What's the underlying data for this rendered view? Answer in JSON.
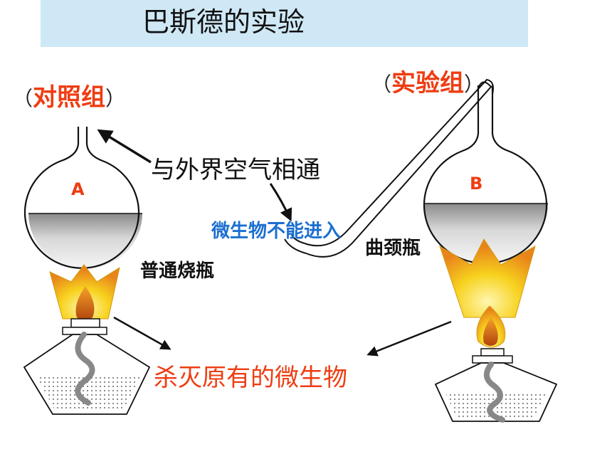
{
  "title": "巴斯德的实验",
  "control_group": {
    "open": "（",
    "label": "对照组",
    "close": "）"
  },
  "experiment_group": {
    "open": "（",
    "label": "实验组",
    "close": "）"
  },
  "flask_a_label": "A",
  "flask_b_label": "B",
  "annotations": {
    "air_connected": "与外界空气相通",
    "microbes_blocked": "微生物不能进入",
    "swan_neck_flask": "曲颈瓶",
    "normal_flask": "普通烧瓶",
    "kill_microbes": "杀灭原有的微生物"
  },
  "colors": {
    "title_bg": "#cfe8f6",
    "red_label": "#ee3d12",
    "blue_label": "#1c6fd1",
    "flame_yellow": "#f7d21e",
    "flame_orange": "#e8841a"
  }
}
